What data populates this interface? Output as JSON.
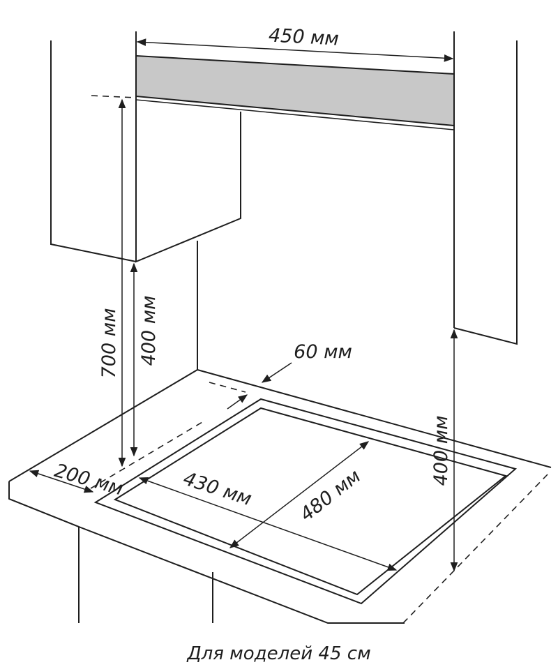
{
  "labels": {
    "hood_width": "450 мм",
    "height_700": "700 мм",
    "height_400_left": "400 мм",
    "gap_60": "60 мм",
    "depth_200": "200 мм",
    "width_430": "430 мм",
    "length_480": "480 мм",
    "height_400_right": "400 мм"
  },
  "caption": "Для моделей 45 см",
  "colors": {
    "line": "#1e1e1e",
    "hood_fill": "#c8c8c8",
    "background": "#ffffff"
  }
}
